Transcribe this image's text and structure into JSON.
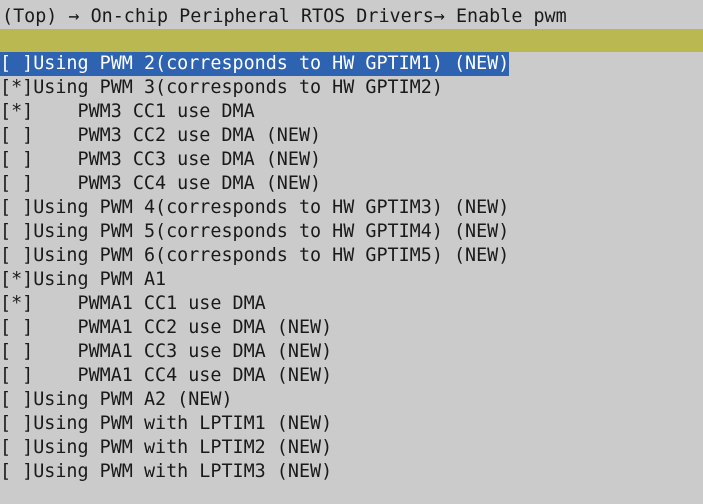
{
  "header": {
    "breadcrumb": "(Top) → On-chip Peripheral RTOS Drivers→ Enable pwm"
  },
  "menu": {
    "items": [
      {
        "checkbox": "[ ]",
        "label": "Using PWM 2(corresponds to HW GPTIM1) (NEW)"
      },
      {
        "checkbox": "[*]",
        "label": "Using PWM 3(corresponds to HW GPTIM2)"
      },
      {
        "checkbox": "[*]",
        "label": "PWM3 CC1 use DMA"
      },
      {
        "checkbox": "[ ]",
        "label": "PWM3 CC2 use DMA (NEW)"
      },
      {
        "checkbox": "[ ]",
        "label": "PWM3 CC3 use DMA (NEW)"
      },
      {
        "checkbox": "[ ]",
        "label": "PWM3 CC4 use DMA (NEW)"
      },
      {
        "checkbox": "[ ]",
        "label": "Using PWM 4(corresponds to HW GPTIM3) (NEW)"
      },
      {
        "checkbox": "[ ]",
        "label": "Using PWM 5(corresponds to HW GPTIM4) (NEW)"
      },
      {
        "checkbox": "[ ]",
        "label": "Using PWM 6(corresponds to HW GPTIM5) (NEW)"
      },
      {
        "checkbox": "[*]",
        "label": "Using PWM A1"
      },
      {
        "checkbox": "[*]",
        "label": "PWMA1 CC1 use DMA"
      },
      {
        "checkbox": "[ ]",
        "label": "PWMA1 CC2 use DMA (NEW)"
      },
      {
        "checkbox": "[ ]",
        "label": "PWMA1 CC3 use DMA (NEW)"
      },
      {
        "checkbox": "[ ]",
        "label": "PWMA1 CC4 use DMA (NEW)"
      },
      {
        "checkbox": "[ ]",
        "label": "Using PWM A2 (NEW)"
      },
      {
        "checkbox": "[ ]",
        "label": "Using PWM with LPTIM1 (NEW)"
      },
      {
        "checkbox": "[ ]",
        "label": "Using PWM with LPTIM2 (NEW)"
      },
      {
        "checkbox": "[ ]",
        "label": "Using PWM with LPTIM3 (NEW)"
      }
    ]
  },
  "colors": {
    "background": "#cbcbcb",
    "title_bar": "#b9b851",
    "selection": "#2e63b2",
    "text": "#1a1a1a",
    "selected_text": "#ffffff"
  }
}
